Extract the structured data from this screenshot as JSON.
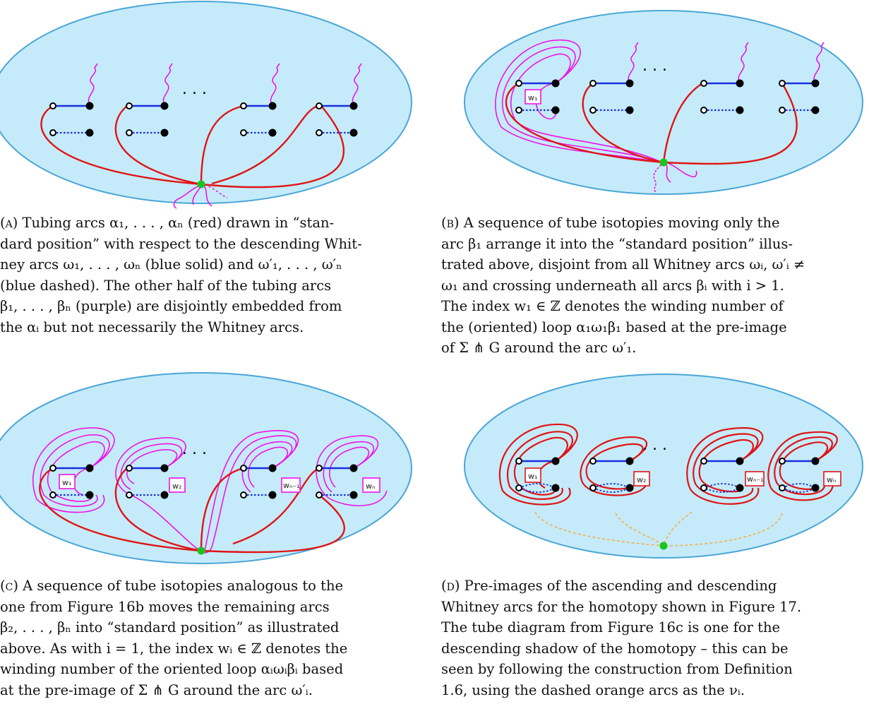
{
  "colors": {
    "ellipse_fill": "#c5ebfa",
    "ellipse_stroke": "#4ba6d6",
    "tubing_alpha": "#e01414",
    "tubing_beta": "#ee14e8",
    "whitney_arc": "#1a2ee0",
    "intersection_point": "#19c51a",
    "nu_arc": "#f0b45a"
  },
  "panels": {
    "a": {
      "caption_label": "(a)",
      "caption_lines": [
        "Tubing arcs α₁, . . . , αₙ (red) drawn in “stan-",
        "dard position” with respect to the descending Whit-",
        "ney arcs ω₁, . . . , ωₙ (blue solid) and ω′₁, . . . , ω′ₙ",
        "(blue dashed). The other half of the tubing arcs",
        "β₁, . . . , βₙ (purple) are disjointly embedded from",
        "the αᵢ but not necessarily the Whitney arcs."
      ],
      "dots": ". . ."
    },
    "b": {
      "caption_label": "(b)",
      "caption_lines": [
        "A sequence of tube isotopies moving only the",
        "arc β₁ arrange it into the “standard position” illus-",
        "trated above, disjoint from all Whitney arcs ωᵢ, ω′ᵢ ≠",
        "ω₁ and crossing underneath all arcs βᵢ with i > 1.",
        "The index w₁ ∈ ℤ denotes the winding number of",
        "the (oriented) loop α₁ω₁β₁ based at the pre-image",
        "of Σ ⋔ G around the arc ω′₁."
      ],
      "box_labels": [
        "w₁"
      ],
      "dots": ". . ."
    },
    "c": {
      "caption_label": "(c)",
      "caption_lines": [
        "A sequence of tube isotopies analogous to the",
        "one from Figure 16b moves the remaining arcs",
        "β₂, . . . , βₙ into “standard position” as illustrated",
        "above. As with i = 1, the index wᵢ ∈ ℤ denotes the",
        "winding number of the oriented loop αᵢωᵢβᵢ based",
        "at the pre-image of Σ ⋔ G around the arc ω′ᵢ."
      ],
      "box_labels": [
        "w₁",
        "w₂",
        "wₙ₋₁",
        "wₙ"
      ],
      "dots": ". . ."
    },
    "d": {
      "caption_label": "(d)",
      "caption_lines": [
        "Pre-images of the ascending and descending",
        "Whitney arcs for the homotopy shown in Figure 17.",
        "The tube diagram from Figure 16c is one for the",
        "descending shadow of the homotopy – this can be",
        "seen by following the construction from Definition",
        "1.6, using the dashed orange arcs as the νᵢ."
      ],
      "box_labels": [
        "w₁",
        "w₂",
        "wₙ₋₁",
        "wₙ"
      ],
      "dots": ". . ."
    }
  }
}
